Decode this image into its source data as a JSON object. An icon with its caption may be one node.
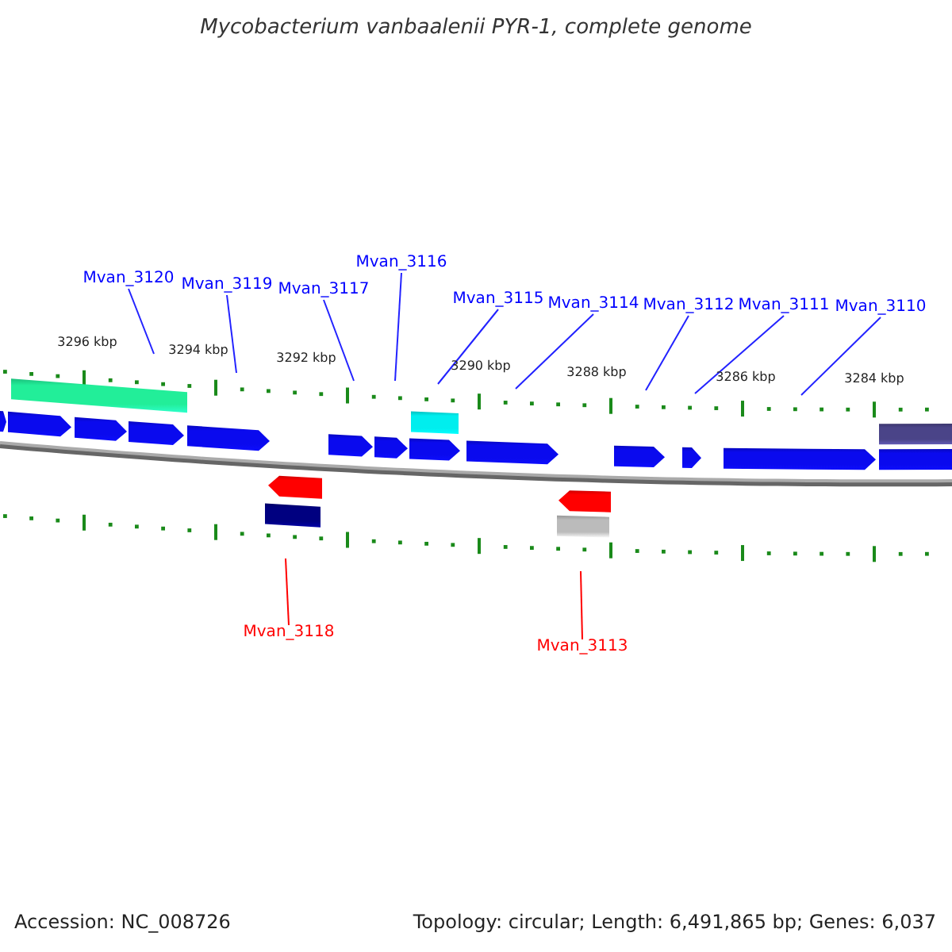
{
  "diagram": {
    "title": "Mycobacterium vanbaalenii PYR-1, complete genome",
    "nodes": [
      {
        "text": [
          "Mvan_3120"
        ]
      },
      {
        "text": [
          "Mvan_3119"
        ]
      },
      {
        "text": [
          "Mvan_3117"
        ]
      },
      {
        "text": [
          "Mvan_3116"
        ]
      },
      {
        "text": [
          "Mvan_3115"
        ]
      },
      {
        "text": [
          "Mvan_3114"
        ]
      },
      {
        "text": [
          "Mvan_3112"
        ]
      },
      {
        "text": [
          "Mvan_3111"
        ]
      },
      {
        "text": [
          "Mvan_3110"
        ]
      },
      {
        "text": [
          "Mvan_3118"
        ]
      },
      {
        "text": [
          "Mvan_3113"
        ]
      }
    ],
    "edges": [
      {
        "from": 0,
        "to": null,
        "arrow": "none"
      },
      {
        "from": 1,
        "to": null,
        "arrow": "none"
      },
      {
        "from": 2,
        "to": null,
        "arrow": "none"
      },
      {
        "from": 3,
        "to": null,
        "arrow": "none"
      },
      {
        "from": 4,
        "to": null,
        "arrow": "none"
      },
      {
        "from": 5,
        "to": null,
        "arrow": "none"
      },
      {
        "from": 6,
        "to": null,
        "arrow": "none"
      },
      {
        "from": 7,
        "to": null,
        "arrow": "none"
      },
      {
        "from": 8,
        "to": null,
        "arrow": "none"
      },
      {
        "from": 9,
        "to": null,
        "arrow": "none",
        "color": "#ff0000"
      },
      {
        "from": 10,
        "to": null,
        "arrow": "none",
        "color": "#ff0000"
      }
    ],
    "labels": [
      "3296 kbp",
      "3294 kbp",
      "3292 kbp",
      "3290 kbp",
      "3288 kbp",
      "3286 kbp",
      "3284 kbp",
      "Accession: NC_008726",
      "Topology: circular; Length: 6,491,865 bp; Genes: 6,037"
    ]
  }
}
